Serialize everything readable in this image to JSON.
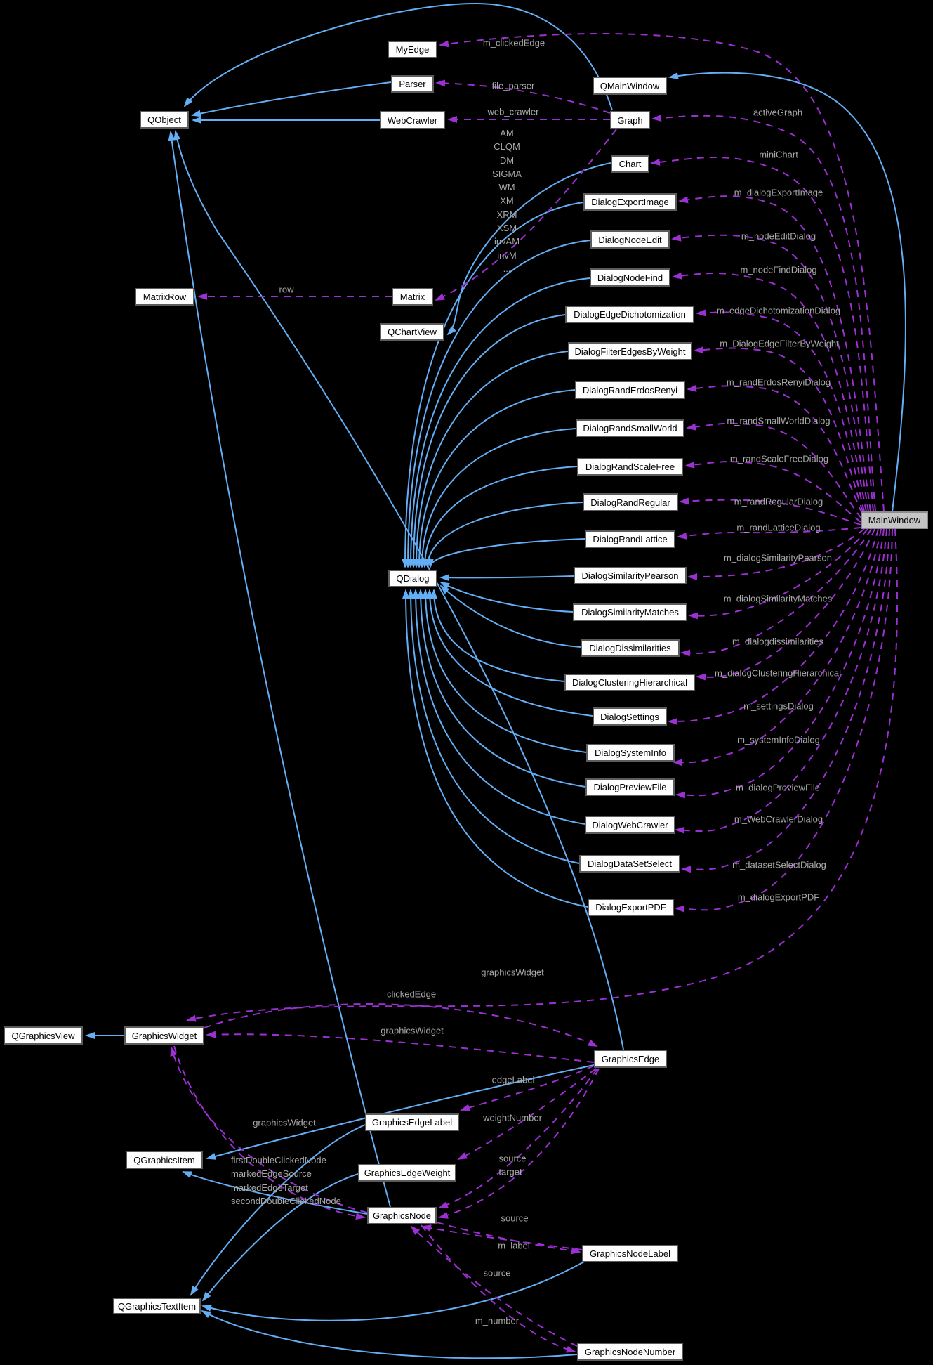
{
  "diagram": {
    "kind": "doxygen-collaboration-graph",
    "colors": {
      "background": "#000000",
      "inheritance_edge": "#63aef5",
      "usage_edge": "#9c30d2",
      "node_fill": "#fefefe",
      "node_border": "#5c5c5c",
      "highlight_fill": "#c4c4c4",
      "edge_label_text": "#a9a9a9",
      "node_text": "#000000"
    },
    "nodes": [
      {
        "id": "qobject",
        "label": "QObject",
        "highlight": false
      },
      {
        "id": "myedge",
        "label": "MyEdge",
        "highlight": false
      },
      {
        "id": "parser",
        "label": "Parser",
        "highlight": false
      },
      {
        "id": "webcrawler",
        "label": "WebCrawler",
        "highlight": false
      },
      {
        "id": "qmainwindow",
        "label": "QMainWindow",
        "highlight": false
      },
      {
        "id": "graph",
        "label": "Graph",
        "highlight": false
      },
      {
        "id": "chart",
        "label": "Chart",
        "highlight": false
      },
      {
        "id": "d_exportimage",
        "label": "DialogExportImage",
        "highlight": false
      },
      {
        "id": "d_nodeedit",
        "label": "DialogNodeEdit",
        "highlight": false
      },
      {
        "id": "d_nodefind",
        "label": "DialogNodeFind",
        "highlight": false
      },
      {
        "id": "d_edgedich",
        "label": "DialogEdgeDichotomization",
        "highlight": false
      },
      {
        "id": "d_filter",
        "label": "DialogFilterEdgesByWeight",
        "highlight": false
      },
      {
        "id": "d_erdos",
        "label": "DialogRandErdosRenyi",
        "highlight": false
      },
      {
        "id": "d_smallworld",
        "label": "DialogRandSmallWorld",
        "highlight": false
      },
      {
        "id": "d_scalefree",
        "label": "DialogRandScaleFree",
        "highlight": false
      },
      {
        "id": "d_regular",
        "label": "DialogRandRegular",
        "highlight": false
      },
      {
        "id": "d_lattice",
        "label": "DialogRandLattice",
        "highlight": false
      },
      {
        "id": "d_pearson",
        "label": "DialogSimilarityPearson",
        "highlight": false
      },
      {
        "id": "d_matches",
        "label": "DialogSimilarityMatches",
        "highlight": false
      },
      {
        "id": "d_dissim",
        "label": "DialogDissimilarities",
        "highlight": false
      },
      {
        "id": "d_cluster",
        "label": "DialogClusteringHierarchical",
        "highlight": false
      },
      {
        "id": "d_settings",
        "label": "DialogSettings",
        "highlight": false
      },
      {
        "id": "d_sysinfo",
        "label": "DialogSystemInfo",
        "highlight": false
      },
      {
        "id": "d_preview",
        "label": "DialogPreviewFile",
        "highlight": false
      },
      {
        "id": "d_webcrawler",
        "label": "DialogWebCrawler",
        "highlight": false
      },
      {
        "id": "d_dataset",
        "label": "DialogDataSetSelect",
        "highlight": false
      },
      {
        "id": "d_exportpdf",
        "label": "DialogExportPDF",
        "highlight": false
      },
      {
        "id": "mainwindow",
        "label": "MainWindow",
        "highlight": true
      },
      {
        "id": "matrixrow",
        "label": "MatrixRow",
        "highlight": false
      },
      {
        "id": "matrix",
        "label": "Matrix",
        "highlight": false
      },
      {
        "id": "qchartview",
        "label": "QChartView",
        "highlight": false
      },
      {
        "id": "qdialog",
        "label": "QDialog",
        "highlight": false
      },
      {
        "id": "qgraphicsview",
        "label": "QGraphicsView",
        "highlight": false
      },
      {
        "id": "graphicswidget",
        "label": "GraphicsWidget",
        "highlight": false
      },
      {
        "id": "qgraphicsitem",
        "label": "QGraphicsItem",
        "highlight": false
      },
      {
        "id": "graphicsedge",
        "label": "GraphicsEdge",
        "highlight": false
      },
      {
        "id": "g_edgelabel",
        "label": "GraphicsEdgeLabel",
        "highlight": false
      },
      {
        "id": "g_edgeweight",
        "label": "GraphicsEdgeWeight",
        "highlight": false
      },
      {
        "id": "graphicsnode",
        "label": "GraphicsNode",
        "highlight": false
      },
      {
        "id": "g_nodelabel",
        "label": "GraphicsNodeLabel",
        "highlight": false
      },
      {
        "id": "qgraphicstextitem",
        "label": "QGraphicsTextItem",
        "highlight": false
      },
      {
        "id": "g_nodenumber",
        "label": "GraphicsNodeNumber",
        "highlight": false
      }
    ],
    "edges": [
      {
        "from": "parser",
        "to": "qobject",
        "type": "inherit"
      },
      {
        "from": "webcrawler",
        "to": "qobject",
        "type": "inherit"
      },
      {
        "from": "graph",
        "to": "qobject",
        "type": "inherit"
      },
      {
        "from": "mainwindow",
        "to": "qmainwindow",
        "type": "inherit"
      },
      {
        "from": "chart",
        "to": "qchartview",
        "type": "inherit"
      },
      {
        "from": "d_exportimage",
        "to": "qdialog",
        "type": "inherit"
      },
      {
        "from": "d_nodeedit",
        "to": "qdialog",
        "type": "inherit"
      },
      {
        "from": "d_nodefind",
        "to": "qdialog",
        "type": "inherit"
      },
      {
        "from": "d_edgedich",
        "to": "qdialog",
        "type": "inherit"
      },
      {
        "from": "d_filter",
        "to": "qdialog",
        "type": "inherit"
      },
      {
        "from": "d_erdos",
        "to": "qdialog",
        "type": "inherit"
      },
      {
        "from": "d_smallworld",
        "to": "qdialog",
        "type": "inherit"
      },
      {
        "from": "d_scalefree",
        "to": "qdialog",
        "type": "inherit"
      },
      {
        "from": "d_regular",
        "to": "qdialog",
        "type": "inherit"
      },
      {
        "from": "d_lattice",
        "to": "qdialog",
        "type": "inherit"
      },
      {
        "from": "d_pearson",
        "to": "qdialog",
        "type": "inherit"
      },
      {
        "from": "d_matches",
        "to": "qdialog",
        "type": "inherit"
      },
      {
        "from": "d_dissim",
        "to": "qdialog",
        "type": "inherit"
      },
      {
        "from": "d_cluster",
        "to": "qdialog",
        "type": "inherit"
      },
      {
        "from": "d_settings",
        "to": "qdialog",
        "type": "inherit"
      },
      {
        "from": "d_sysinfo",
        "to": "qdialog",
        "type": "inherit"
      },
      {
        "from": "d_preview",
        "to": "qdialog",
        "type": "inherit"
      },
      {
        "from": "d_webcrawler",
        "to": "qdialog",
        "type": "inherit"
      },
      {
        "from": "d_dataset",
        "to": "qdialog",
        "type": "inherit"
      },
      {
        "from": "d_exportpdf",
        "to": "qdialog",
        "type": "inherit"
      },
      {
        "from": "graphicswidget",
        "to": "qgraphicsview",
        "type": "inherit"
      },
      {
        "from": "graphicsedge",
        "to": "qgraphicsitem",
        "type": "inherit"
      },
      {
        "from": "graphicsnode",
        "to": "qgraphicsitem",
        "type": "inherit"
      },
      {
        "from": "graphicsedge",
        "to": "qobject",
        "type": "inherit"
      },
      {
        "from": "graphicsnode",
        "to": "qobject",
        "type": "inherit"
      },
      {
        "from": "g_edgelabel",
        "to": "qgraphicstextitem",
        "type": "inherit"
      },
      {
        "from": "g_edgeweight",
        "to": "qgraphicstextitem",
        "type": "inherit"
      },
      {
        "from": "g_nodelabel",
        "to": "qgraphicstextitem",
        "type": "inherit"
      },
      {
        "from": "g_nodenumber",
        "to": "qgraphicstextitem",
        "type": "inherit"
      },
      {
        "from": "mainwindow",
        "to": "myedge",
        "type": "usage",
        "label": "m_clickedEdge"
      },
      {
        "from": "graph",
        "to": "parser",
        "type": "usage",
        "label": "file_parser"
      },
      {
        "from": "graph",
        "to": "webcrawler",
        "type": "usage",
        "label": "web_crawler"
      },
      {
        "from": "graph",
        "to": "matrix",
        "type": "usage",
        "labels": [
          "AM",
          "CLQM",
          "DM",
          "SIGMA",
          "WM",
          "XM",
          "XRM",
          "XSM",
          "invAM",
          "invM",
          "..."
        ]
      },
      {
        "from": "matrix",
        "to": "matrixrow",
        "type": "usage",
        "label": "row"
      },
      {
        "from": "mainwindow",
        "to": "graph",
        "type": "usage",
        "label": "activeGraph"
      },
      {
        "from": "mainwindow",
        "to": "chart",
        "type": "usage",
        "label": "miniChart"
      },
      {
        "from": "mainwindow",
        "to": "d_exportimage",
        "type": "usage",
        "label": "m_dialogExportImage"
      },
      {
        "from": "mainwindow",
        "to": "d_nodeedit",
        "type": "usage",
        "label": "m_nodeEditDialog"
      },
      {
        "from": "mainwindow",
        "to": "d_nodefind",
        "type": "usage",
        "label": "m_nodeFindDialog"
      },
      {
        "from": "mainwindow",
        "to": "d_edgedich",
        "type": "usage",
        "label": "m_edgeDichotomizationDialog"
      },
      {
        "from": "mainwindow",
        "to": "d_filter",
        "type": "usage",
        "label": "m_DialogEdgeFilterByWeight"
      },
      {
        "from": "mainwindow",
        "to": "d_erdos",
        "type": "usage",
        "label": "m_randErdosRenyiDialog"
      },
      {
        "from": "mainwindow",
        "to": "d_smallworld",
        "type": "usage",
        "label": "m_randSmallWorldDialog"
      },
      {
        "from": "mainwindow",
        "to": "d_scalefree",
        "type": "usage",
        "label": "m_randScaleFreeDialog"
      },
      {
        "from": "mainwindow",
        "to": "d_regular",
        "type": "usage",
        "label": "m_randRegularDialog"
      },
      {
        "from": "mainwindow",
        "to": "d_lattice",
        "type": "usage",
        "label": "m_randLatticeDialog"
      },
      {
        "from": "mainwindow",
        "to": "d_pearson",
        "type": "usage",
        "label": "m_dialogSimilarityPearson"
      },
      {
        "from": "mainwindow",
        "to": "d_matches",
        "type": "usage",
        "label": "m_dialogSimilarityMatches"
      },
      {
        "from": "mainwindow",
        "to": "d_dissim",
        "type": "usage",
        "label": "m_dialogdissimilarities"
      },
      {
        "from": "mainwindow",
        "to": "d_cluster",
        "type": "usage",
        "label": "m_dialogClusteringHierarchical"
      },
      {
        "from": "mainwindow",
        "to": "d_settings",
        "type": "usage",
        "label": "m_settingsDialog"
      },
      {
        "from": "mainwindow",
        "to": "d_sysinfo",
        "type": "usage",
        "label": "m_systemInfoDialog"
      },
      {
        "from": "mainwindow",
        "to": "d_preview",
        "type": "usage",
        "label": "m_dialogPreviewFile"
      },
      {
        "from": "mainwindow",
        "to": "d_webcrawler",
        "type": "usage",
        "label": "m_WebCrawlerDialog"
      },
      {
        "from": "mainwindow",
        "to": "d_dataset",
        "type": "usage",
        "label": "m_datasetSelectDialog"
      },
      {
        "from": "mainwindow",
        "to": "d_exportpdf",
        "type": "usage",
        "label": "m_dialogExportPDF"
      },
      {
        "from": "mainwindow",
        "to": "graphicswidget",
        "type": "usage",
        "label": "graphicsWidget"
      },
      {
        "from": "graphicswidget",
        "to": "graphicsedge",
        "type": "usage",
        "label": "clickedEdge"
      },
      {
        "from": "graphicsedge",
        "to": "graphicswidget",
        "type": "usage",
        "label": "graphicsWidget"
      },
      {
        "from": "graphicsnode",
        "to": "graphicswidget",
        "type": "usage",
        "label": "graphicsWidget"
      },
      {
        "from": "graphicswidget",
        "to": "graphicsnode",
        "type": "usage",
        "labels": [
          "firstDoubleClickedNode",
          "markedEdgeSource",
          "markedEdgeTarget",
          "secondDoubleClickedNode"
        ]
      },
      {
        "from": "graphicsedge",
        "to": "g_edgelabel",
        "type": "usage",
        "label": "edgeLabel"
      },
      {
        "from": "graphicsedge",
        "to": "g_edgeweight",
        "type": "usage",
        "label": "weightNumber"
      },
      {
        "from": "graphicsedge",
        "to": "graphicsnode",
        "type": "usage",
        "label": "source"
      },
      {
        "from": "graphicsedge",
        "to": "graphicsnode",
        "type": "usage",
        "label": "target"
      },
      {
        "from": "graphicsnode",
        "to": "g_nodelabel",
        "type": "usage",
        "label": "m_label"
      },
      {
        "from": "g_nodelabel",
        "to": "graphicsnode",
        "type": "usage",
        "label": "source"
      },
      {
        "from": "g_nodenumber",
        "to": "graphicsnode",
        "type": "usage",
        "label": "source"
      },
      {
        "from": "graphicsnode",
        "to": "g_nodenumber",
        "type": "usage",
        "label": "m_number"
      }
    ]
  }
}
